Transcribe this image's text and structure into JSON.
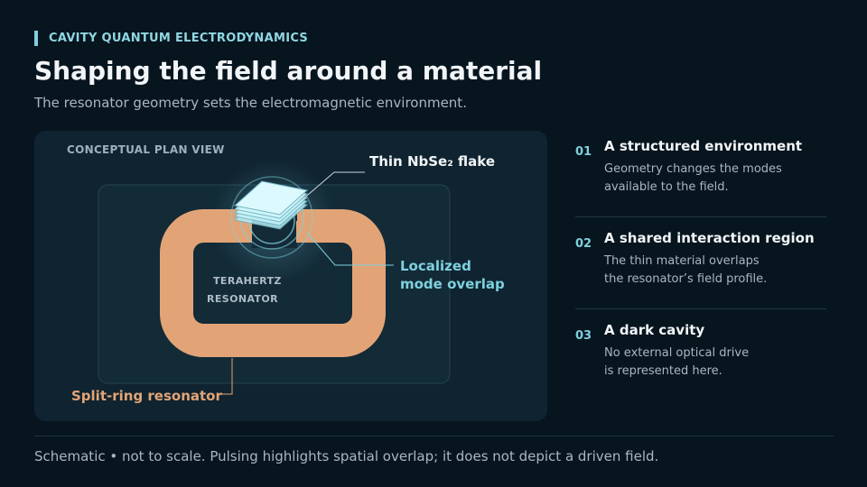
{
  "header": {
    "eyebrow": "CAVITY QUANTUM ELECTRODYNAMICS",
    "title": "Shaping the field around a material",
    "subtitle": "The resonator geometry sets the electromagnetic environment."
  },
  "diagram": {
    "panel_label": "CONCEPTUAL PLAN VIEW",
    "flake_label": "Thin NbSe₂ flake",
    "overlap_label_line1": "Localized",
    "overlap_label_line2": "mode overlap",
    "resonator_label": "Split-ring resonator",
    "inner_label_line1": "TERAHERTZ",
    "inner_label_line2": "RESONATOR",
    "colors": {
      "resonator": "#e2a476",
      "field": "#7fd0de",
      "flake": "#b7eef6"
    }
  },
  "points": [
    {
      "number": "01",
      "heading": "A structured environment",
      "body_line1": "Geometry changes the modes",
      "body_line2": "available to the field."
    },
    {
      "number": "02",
      "heading": "A shared interaction region",
      "body_line1": "The thin material overlaps",
      "body_line2": "the resonator’s field profile."
    },
    {
      "number": "03",
      "heading": "A dark cavity",
      "body_line1": "No external optical drive",
      "body_line2": "is represented here."
    }
  ],
  "footer": "Schematic • not to scale. Pulsing highlights spatial overlap; it does not depict a driven field."
}
